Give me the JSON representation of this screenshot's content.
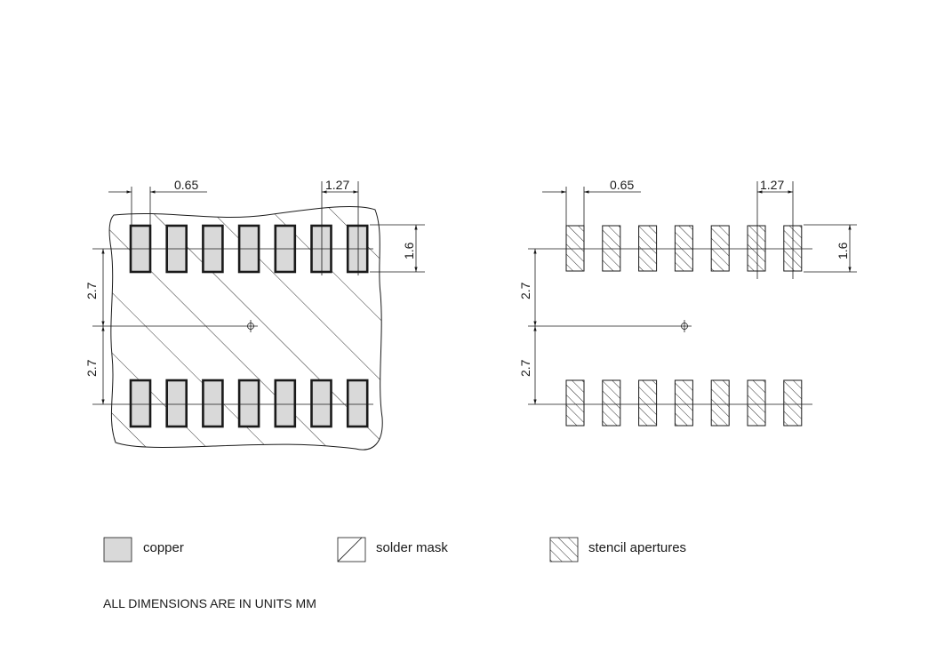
{
  "dimensions": {
    "pad_pitch": "0.65",
    "row_pitch": "1.27",
    "pad_length": "1.6",
    "center_to_row_top": "2.7",
    "center_to_row_bottom": "2.7"
  },
  "legend": {
    "copper": "copper",
    "solder_mask": "solder mask",
    "stencil": "stencil apertures"
  },
  "note": "ALL DIMENSIONS ARE IN UNITS MM",
  "colors": {
    "copper_fill": "#d9d9d9",
    "line": "#1a1a1a"
  },
  "pads_per_row": 7
}
